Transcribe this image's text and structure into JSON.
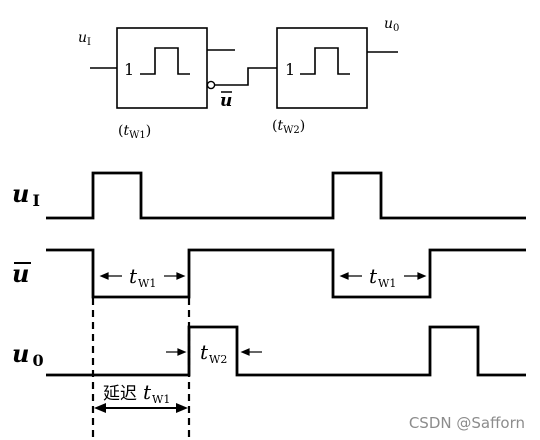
{
  "circuit": {
    "input": {
      "base": "u",
      "sub": "I"
    },
    "output": {
      "base": "u",
      "sub": "0"
    },
    "mid_signal": "u",
    "block1": {
      "digit": "1",
      "caption": {
        "base": "t",
        "sub": "W1",
        "open": "(",
        "close": ")"
      }
    },
    "block2": {
      "digit": "1",
      "caption": {
        "base": "t",
        "sub": "W2",
        "open": "(",
        "close": ")"
      }
    }
  },
  "waveforms": {
    "rows": [
      {
        "base": "u",
        "sub": "I"
      },
      {
        "base": "u",
        "sub": ""
      },
      {
        "base": "u",
        "sub": "0"
      }
    ],
    "pulse_labels": [
      {
        "base": "t",
        "sub": "W1"
      },
      {
        "base": "t",
        "sub": "W1"
      },
      {
        "base": "t",
        "sub": "W2"
      }
    ],
    "delay": {
      "prefix": "延迟",
      "base": "t",
      "sub": "W1"
    }
  },
  "watermark": "CSDN @Safforn"
}
